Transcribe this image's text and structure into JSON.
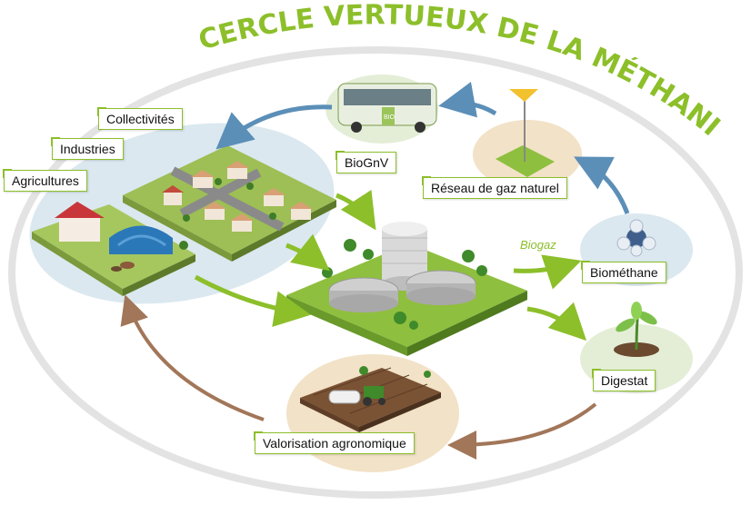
{
  "title": "CERCLE VERTUEUX DE LA MÉTHANISATION",
  "colors": {
    "accent_green": "#8cbf2a",
    "arrow_blue": "#5b8fb8",
    "arrow_brown": "#a27659",
    "ellipse_gray": "#e3e3e3",
    "blob_blue": "#dbe8ef",
    "blob_tan": "#f2e2c7"
  },
  "labels": {
    "collectivites": "Collectivités",
    "industries": "Industries",
    "agricultures": "Agricultures",
    "biognv": "BioGnV",
    "reseau": "Réseau de gaz naturel",
    "biogaz": "Biogaz",
    "biomethane": "Biométhane",
    "digestat": "Digestat",
    "valorisation": "Valorisation agronomique"
  },
  "icons": {
    "bus": "bus-icon",
    "gas_network": "gas-network-sign-icon",
    "biomethane": "methane-molecule-icon",
    "digestate": "sprout-icon",
    "plant": "methanisation-plant-icon",
    "city": "city-icon",
    "farm": "farm-icon",
    "field": "tractor-field-icon"
  }
}
